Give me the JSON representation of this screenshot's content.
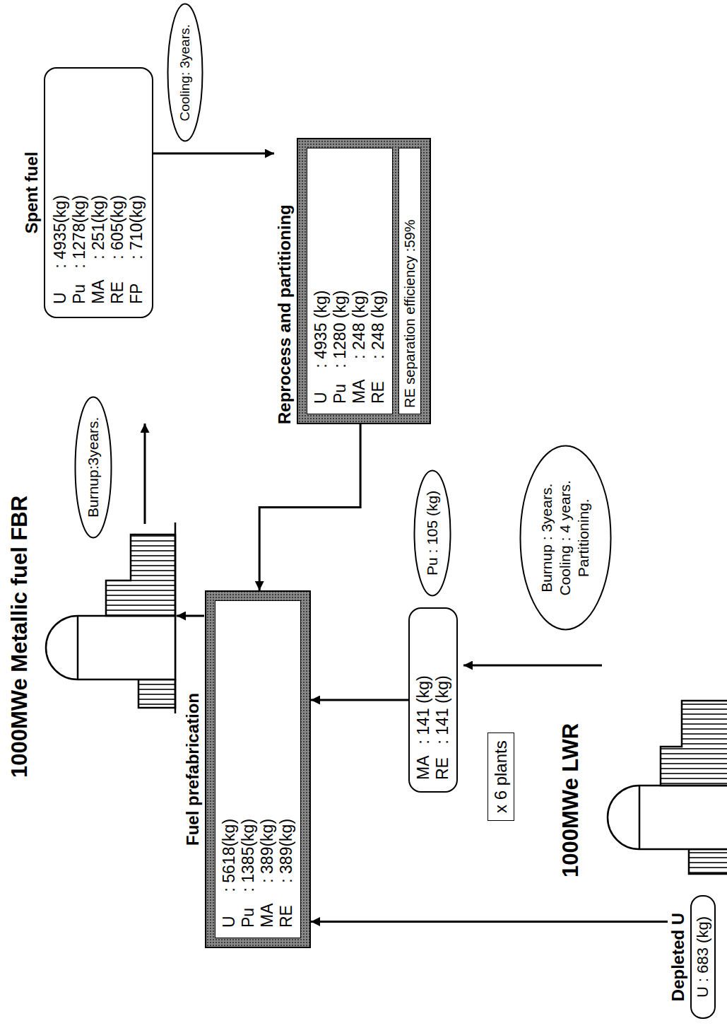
{
  "diagram": {
    "nodes": [
      {
        "text": [
          "Burnup:3years."
        ]
      },
      {
        "text": [
          "Spent fuel",
          "U",
          ": 4935(kg)",
          "Pu",
          ": 1278(kg)",
          "MA",
          ": 251(kg)",
          "RE",
          ": 605(kg)",
          "FP",
          ": 710(kg)"
        ]
      },
      {
        "text": [
          "Cooling: 3years."
        ]
      },
      {
        "text": [
          "Reprocess and partitioning"
        ]
      },
      {
        "text": [
          "U",
          ": 4935 (kg)",
          "Pu",
          ": 1280 (kg)",
          "MA",
          ": 248 (kg)",
          "RE",
          ": 248 (kg)"
        ],
        "in": 3
      },
      {
        "text": [
          "RE separation efficiency :59%"
        ],
        "in": 3
      },
      {
        "text": [
          "Fuel prefabrication"
        ]
      },
      {
        "text": [
          "U",
          ": 5618(kg)",
          "Pu",
          ": 1385(kg)",
          "MA",
          ": 389(kg)",
          "RE",
          ": 389(kg)"
        ],
        "in": 6
      },
      {
        "text": [
          "MA",
          ": 141 (kg)",
          "RE",
          ": 141 (kg)"
        ]
      },
      {
        "text": [
          "Pu : 105 (kg)"
        ]
      },
      {
        "text": [
          "x 6 plants"
        ]
      },
      {
        "text": [
          "Burnup : 3years.",
          "Cooling : 4 years.",
          "Partitioning."
        ]
      },
      {
        "text": [
          "Depleted U",
          "U : 683 (kg)"
        ]
      }
    ],
    "edges": [
      {
        "from": 1,
        "to": 3,
        "arrow": "to"
      },
      {
        "from": 3,
        "to": 6,
        "arrow": "to"
      },
      {
        "from": 12,
        "to": 6,
        "arrow": "to"
      },
      {
        "from": 8,
        "to": 6,
        "arrow": "to"
      }
    ],
    "labels": [
      "1000MWe Metallic fuel FBR",
      "1000MWe LWR"
    ]
  }
}
